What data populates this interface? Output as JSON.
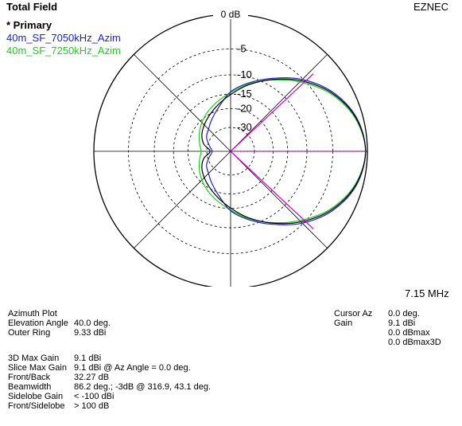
{
  "header": {
    "title": "Total Field",
    "brand": "EZNEC"
  },
  "legend": {
    "primary_label": "* Primary",
    "traces": [
      {
        "name": "40m_SF_7050kHz_Azim",
        "color": "#2020c0"
      },
      {
        "name": "40m_SF_7250kHz_Azim",
        "color": "#22cc22"
      }
    ]
  },
  "frequency": "7.15 MHz",
  "colors": {
    "primary_trace": "#000000",
    "cursor_line": "#cc00cc",
    "grid": "#000000"
  },
  "chart_data": {
    "type": "polar",
    "title": "Total Field",
    "ring_labels": [
      "0 dB",
      "-5",
      "-10",
      "-15",
      "-20",
      "-30"
    ],
    "ring_db": [
      0,
      -5,
      -10,
      -15,
      -20,
      -30
    ],
    "cursor_azimuth_deg": 0,
    "series": [
      {
        "name": "* Primary",
        "color": "#000000",
        "points": [
          [
            0,
            9.1
          ],
          [
            15,
            8.4
          ],
          [
            30,
            6.6
          ],
          [
            45,
            3.9
          ],
          [
            60,
            0.7
          ],
          [
            75,
            -2.5
          ],
          [
            90,
            -5.8
          ],
          [
            105,
            -8.6
          ],
          [
            120,
            -11.0
          ],
          [
            135,
            -13.0
          ],
          [
            150,
            -15.0
          ],
          [
            165,
            -18.0
          ],
          [
            180,
            -23.2
          ],
          [
            195,
            -18.0
          ],
          [
            210,
            -15.0
          ],
          [
            225,
            -13.0
          ],
          [
            240,
            -11.0
          ],
          [
            255,
            -8.6
          ],
          [
            270,
            -5.8
          ],
          [
            285,
            -2.5
          ],
          [
            300,
            0.7
          ],
          [
            315,
            3.9
          ],
          [
            330,
            6.6
          ],
          [
            345,
            8.4
          ]
        ]
      },
      {
        "name": "40m_SF_7050kHz_Azim",
        "color": "#2020c0",
        "points": [
          [
            0,
            9.1
          ],
          [
            15,
            8.5
          ],
          [
            30,
            6.8
          ],
          [
            45,
            4.2
          ],
          [
            60,
            1.0
          ],
          [
            75,
            -2.0
          ],
          [
            90,
            -5.0
          ],
          [
            105,
            -9.5
          ],
          [
            120,
            -13.0
          ],
          [
            135,
            -16.0
          ],
          [
            150,
            -18.0
          ],
          [
            165,
            -22.0
          ],
          [
            180,
            -25.0
          ],
          [
            195,
            -22.0
          ],
          [
            210,
            -18.0
          ],
          [
            225,
            -16.0
          ],
          [
            240,
            -13.0
          ],
          [
            255,
            -9.5
          ],
          [
            270,
            -5.0
          ],
          [
            285,
            -2.0
          ],
          [
            300,
            1.0
          ],
          [
            315,
            4.2
          ],
          [
            330,
            6.8
          ],
          [
            345,
            8.5
          ]
        ]
      },
      {
        "name": "40m_SF_7250kHz_Azim",
        "color": "#22cc22",
        "points": [
          [
            0,
            9.1
          ],
          [
            15,
            8.3
          ],
          [
            30,
            6.4
          ],
          [
            45,
            3.6
          ],
          [
            60,
            0.6
          ],
          [
            75,
            -2.3
          ],
          [
            90,
            -5.2
          ],
          [
            105,
            -7.5
          ],
          [
            120,
            -9.5
          ],
          [
            135,
            -11.5
          ],
          [
            150,
            -13.5
          ],
          [
            165,
            -15.5
          ],
          [
            180,
            -17.0
          ],
          [
            195,
            -15.5
          ],
          [
            210,
            -13.5
          ],
          [
            225,
            -11.5
          ],
          [
            240,
            -9.5
          ],
          [
            255,
            -7.5
          ],
          [
            270,
            -5.2
          ],
          [
            285,
            -2.3
          ],
          [
            300,
            0.6
          ],
          [
            315,
            3.6
          ],
          [
            330,
            6.4
          ],
          [
            345,
            8.3
          ]
        ]
      }
    ]
  },
  "info_left": {
    "rows_a": [
      {
        "label": "Azimuth Plot",
        "value": ""
      },
      {
        "label": "Elevation Angle",
        "value": "40.0 deg."
      },
      {
        "label": "Outer Ring",
        "value": "9.33 dBi"
      }
    ],
    "rows_b": [
      {
        "label": "3D Max Gain",
        "value": "9.1 dBi"
      },
      {
        "label": "Slice Max Gain",
        "value": "9.1 dBi @ Az Angle = 0.0 deg."
      },
      {
        "label": "Front/Back",
        "value": "32.27 dB"
      },
      {
        "label": "Beamwidth",
        "value": "86.2 deg.; -3dB @ 316.9, 43.1 deg."
      },
      {
        "label": "Sidelobe Gain",
        "value": "< -100 dBi"
      },
      {
        "label": "Front/Sidelobe",
        "value": "> 100 dB"
      }
    ]
  },
  "info_right": {
    "rows": [
      {
        "label": "Cursor Az",
        "value": "0.0 deg."
      },
      {
        "label": "Gain",
        "value": "9.1 dBi"
      },
      {
        "label": "",
        "value": "0.0 dBmax"
      },
      {
        "label": "",
        "value": "0.0 dBmax3D"
      }
    ]
  }
}
